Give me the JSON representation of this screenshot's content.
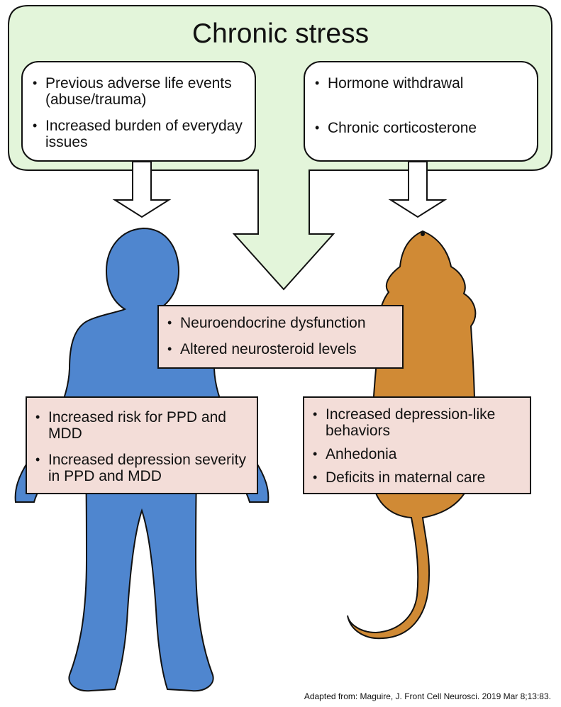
{
  "title": "Chronic stress",
  "human_causes": [
    "Previous adverse life events (abuse/trauma)",
    "Increased burden of everyday issues"
  ],
  "animal_causes": [
    "Hormone withdrawal",
    "Chronic corticosterone"
  ],
  "shared_effects": [
    "Neuroendocrine dysfunction",
    "Altered neurosteroid levels"
  ],
  "human_outcomes": [
    "Increased risk for PPD and MDD",
    "Increased depression severity in PPD and MDD"
  ],
  "animal_outcomes": [
    "Increased depression-like behaviors",
    "Anhedonia",
    "Deficits in maternal care"
  ],
  "credit": "Adapted from: Maguire, J. Front Cell Neurosci. 2019 Mar 8;13:83.",
  "colors": {
    "stress_fill": "#e3f5da",
    "human": "#4f86cf",
    "animal": "#d08a35",
    "effect_box": "#f3ddd8"
  }
}
